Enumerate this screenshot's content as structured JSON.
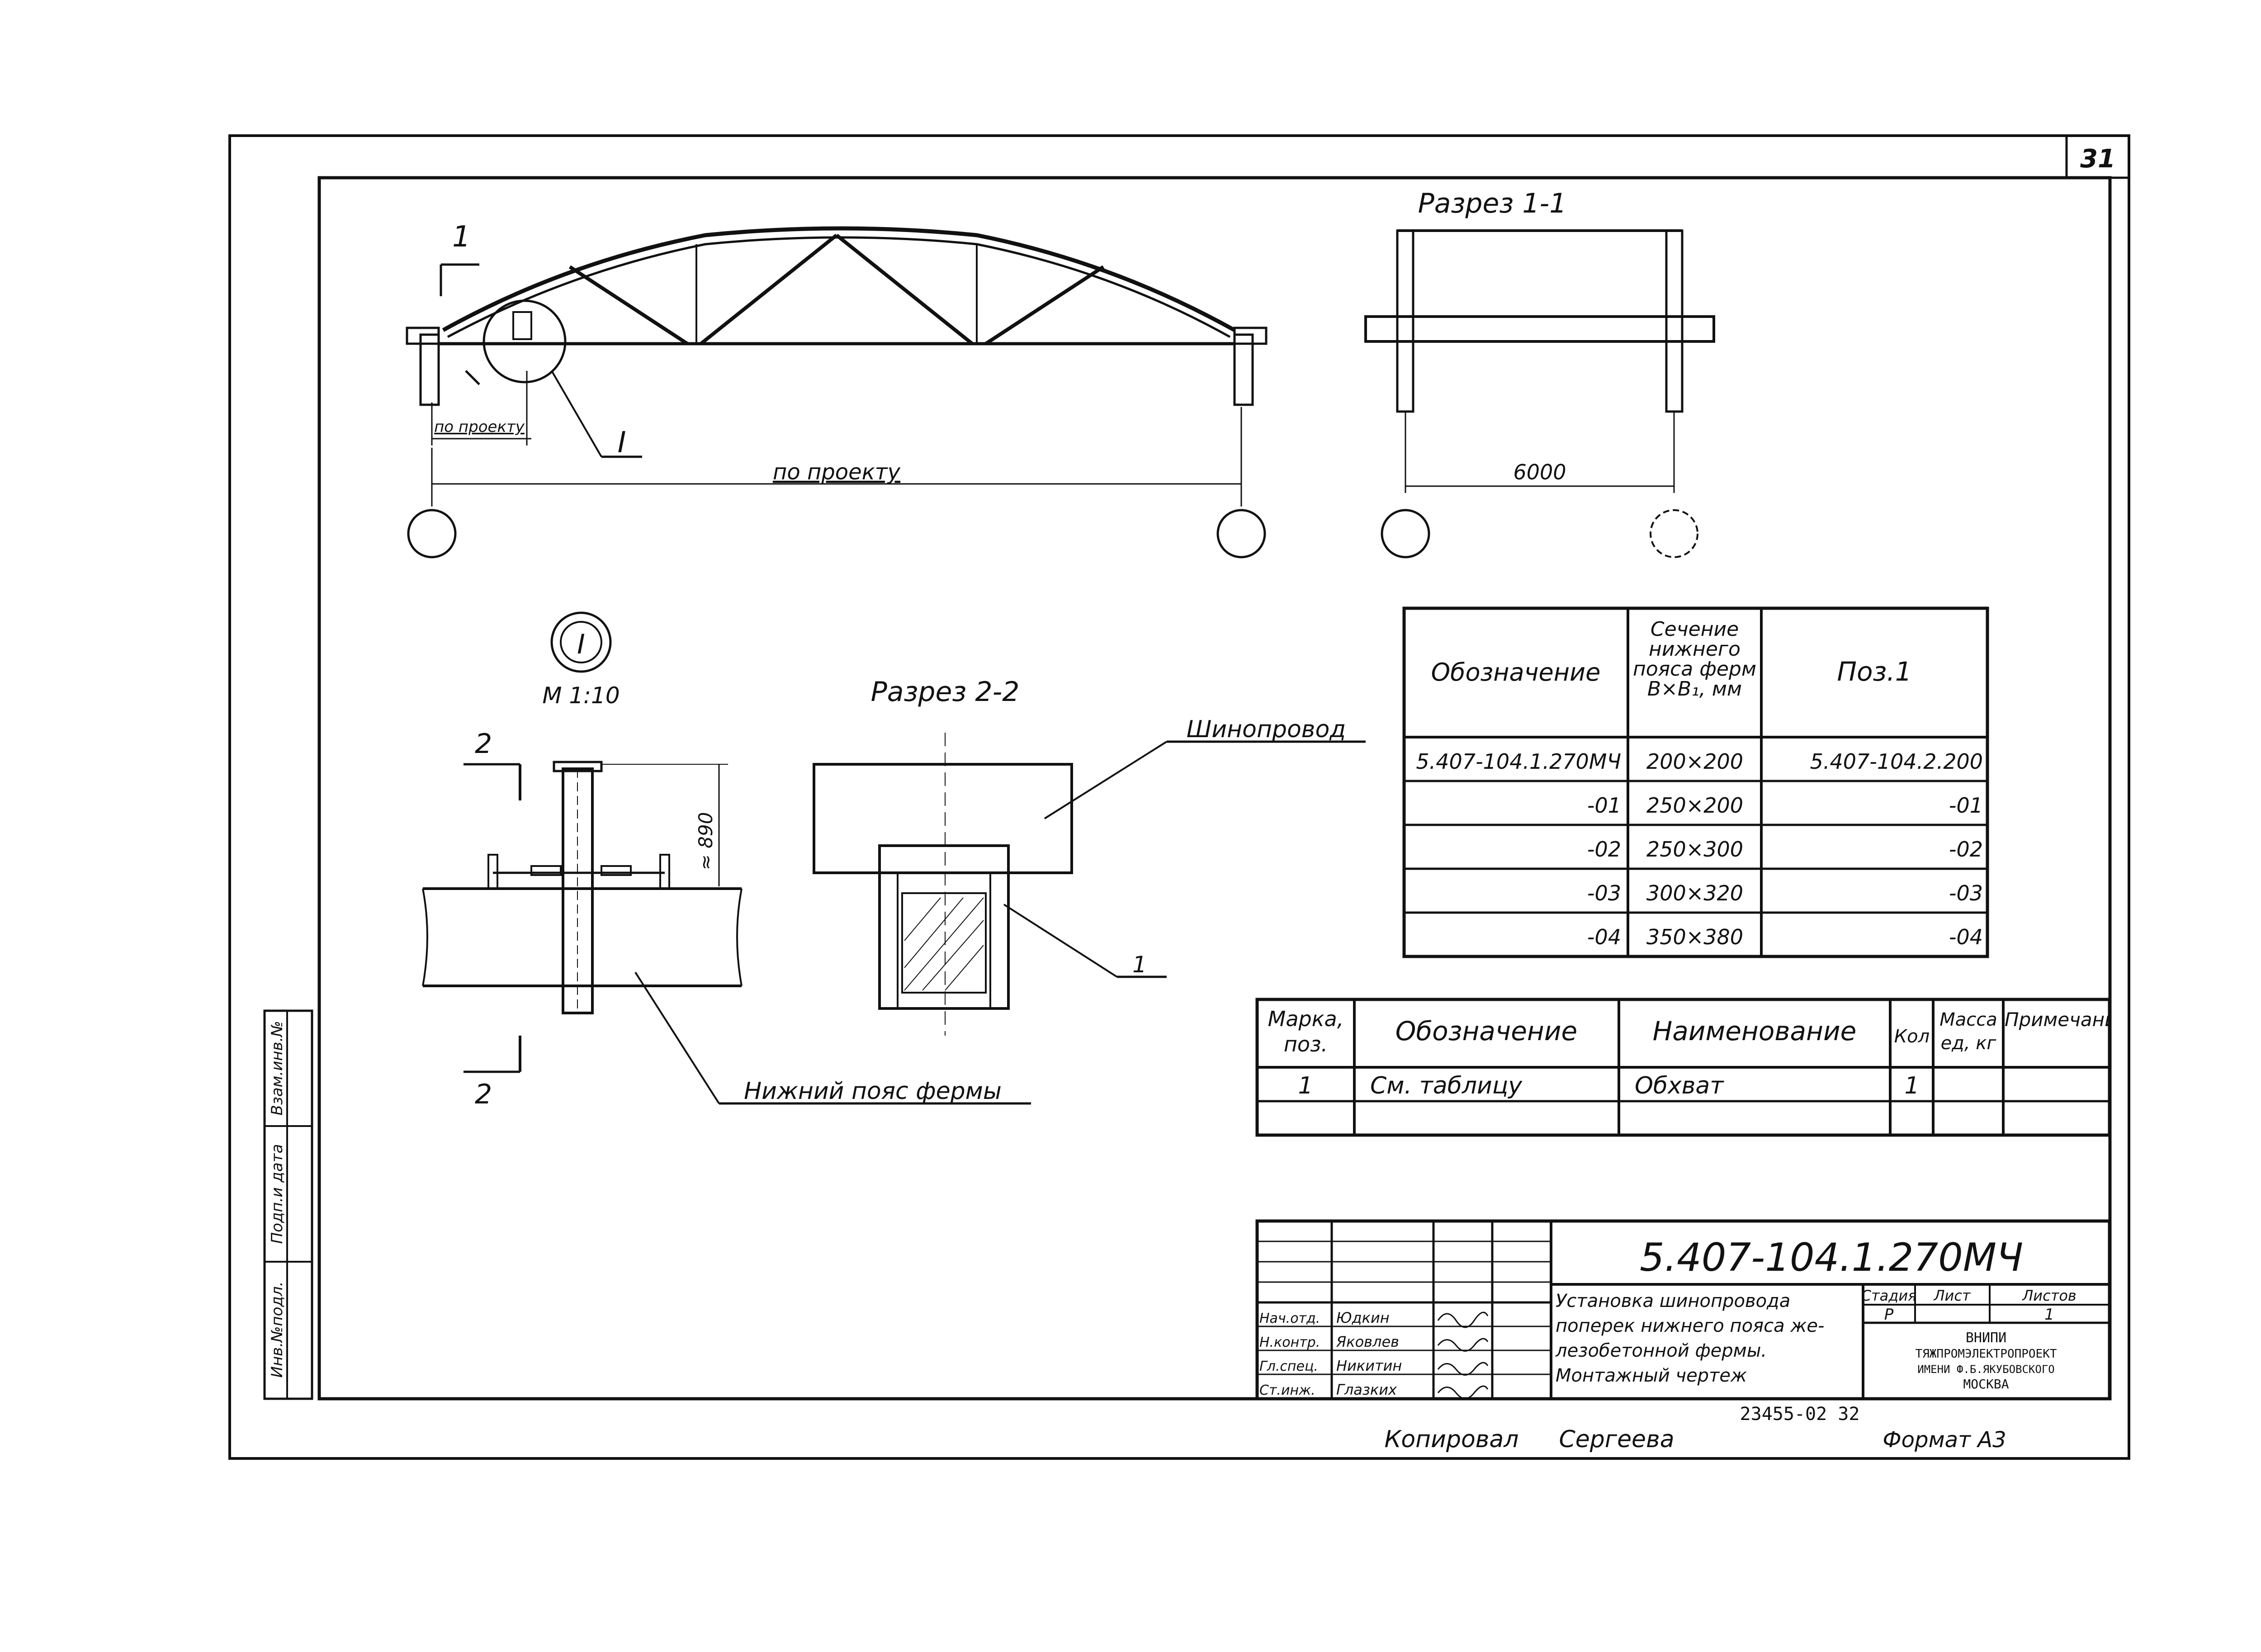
{
  "sheet_number": "31",
  "elevation": {
    "section_mark": "1",
    "by_project_small": "по проекту",
    "by_project": "по проекту",
    "node_label": "I"
  },
  "section_1_1": {
    "title": "Разрез 1-1",
    "dimension": "6000"
  },
  "detail_1": {
    "label": "I",
    "scale": "М 1:10",
    "section_mark": "2",
    "dimension": "≈ 890",
    "lower_chord_label": "Нижний пояс фермы"
  },
  "section_2_2": {
    "title": "Разрез 2-2",
    "busbar_label": "Шинопровод",
    "pos_label": "1"
  },
  "sections_table": {
    "headers": [
      "Обозначение",
      "Сечение нижнего пояса ферм B×B₁, мм",
      "Поз.1"
    ],
    "rows": [
      [
        "5.407-104.1.270МЧ",
        "200×200",
        "5.407-104.2.200"
      ],
      [
        "-01",
        "250×200",
        "-01"
      ],
      [
        "-02",
        "250×300",
        "-02"
      ],
      [
        "-03",
        "300×320",
        "-03"
      ],
      [
        "-04",
        "350×380",
        "-04"
      ]
    ]
  },
  "spec_table": {
    "headers": [
      "Марка, поз.",
      "Обозначение",
      "Наименование",
      "Кол",
      "Масса ед, кг",
      "Примечание"
    ],
    "rows": [
      [
        "1",
        "См. таблицу",
        "Обхват",
        "1",
        "",
        ""
      ]
    ]
  },
  "title_block": {
    "code": "5.407-104.1.270МЧ",
    "description": [
      "Установка шинопровода",
      "поперек нижнего пояса же-",
      "лезобетонной фермы.",
      "Монтажный чертеж"
    ],
    "stage_header": "Стадия",
    "sheet_header": "Лист",
    "sheets_header": "Листов",
    "stage": "Р",
    "sheets": "1",
    "org": [
      "ВНИПИ",
      "ТЯЖПРОМЭЛЕКТРОПРОЕКТ",
      "ИМЕНИ Ф.Б.ЯКУБОВСКОГО",
      "МОСКВА"
    ],
    "roles": [
      "Нач.отд.",
      "Н.контр.",
      "Гл.спец.",
      "Ст.инж."
    ],
    "names": [
      "Юдкин",
      "Яковлев",
      "Никитин",
      "Глазких"
    ]
  },
  "side_stamp": [
    "Взам.инв.№",
    "Подп.и дата",
    "Инв.№подл."
  ],
  "bottom": {
    "doc_number": "23455-02 32",
    "copied": "Копировал",
    "copier": "Сергеева",
    "format": "Формат А3"
  }
}
